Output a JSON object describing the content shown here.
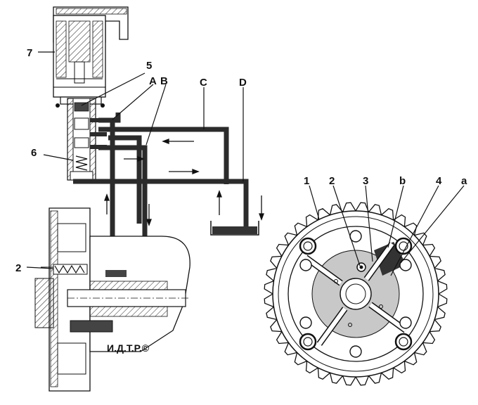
{
  "labels": {
    "l7": "7",
    "l5": "5",
    "lA": "A",
    "lB": "B",
    "lC": "C",
    "lD": "D",
    "l6": "6",
    "l2left": "2",
    "l1": "1",
    "l2right": "2",
    "l3": "3",
    "lb": "b",
    "l4": "4",
    "la": "a"
  },
  "watermark": "И.Д.Т.Р.©",
  "colors": {
    "ink": "#111111",
    "oil_channel": "#2b2b2b",
    "rotor_fill": "#c8c8c8",
    "chamber_fill": "#333333"
  }
}
